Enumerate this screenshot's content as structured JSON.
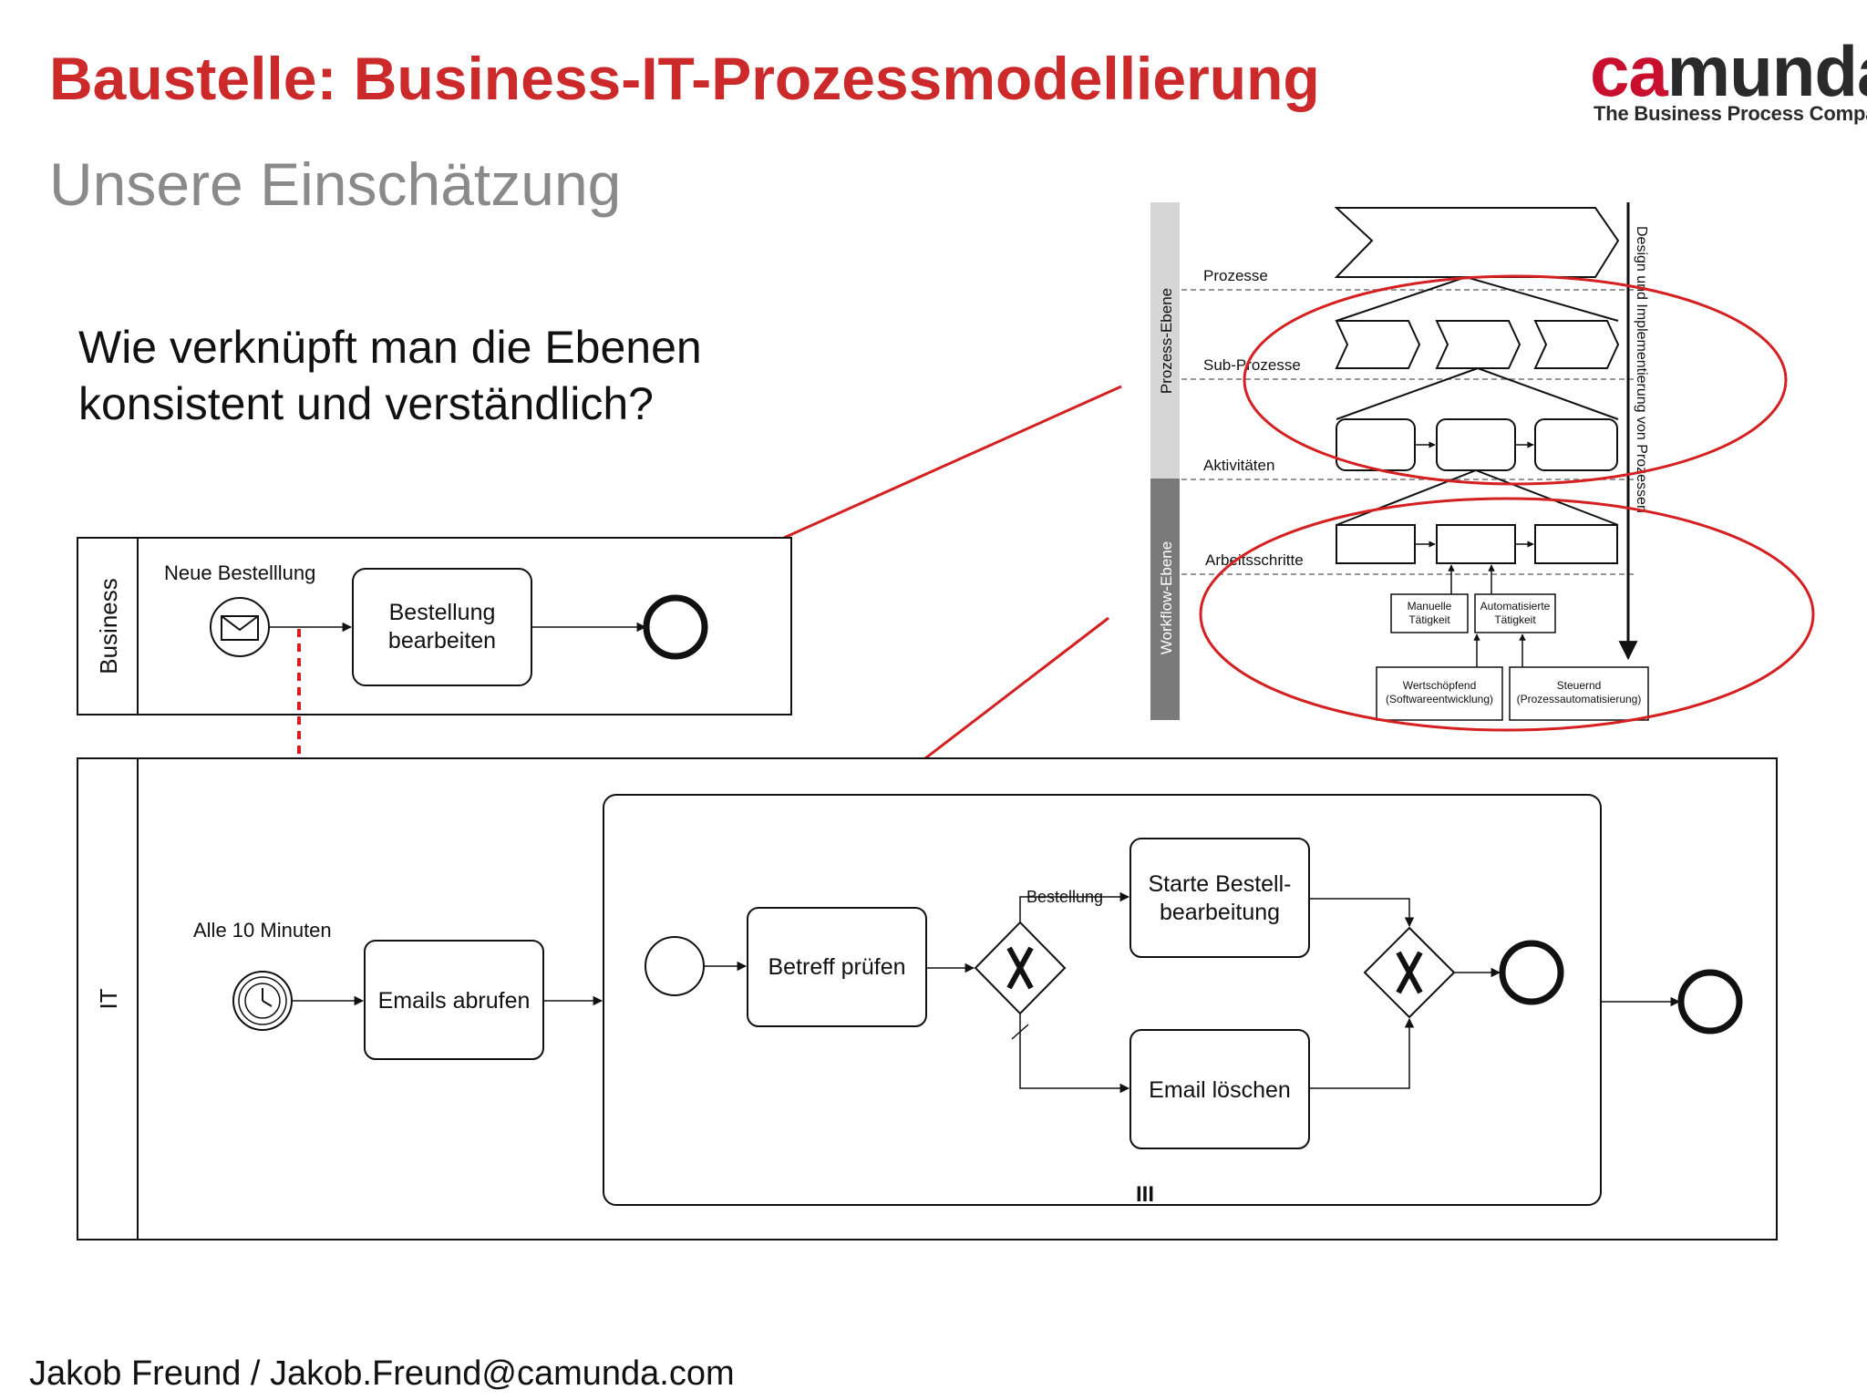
{
  "slide": {
    "title": "Baustelle: Business-IT-Prozessmodellierung",
    "subtitle": "Unsere Einschätzung",
    "question_line1": "Wie verknüpft man die Ebenen",
    "question_line2": "konsistent und verständlich?",
    "footer": "Jakob Freund / Jakob.Freund@camunda.com"
  },
  "logo": {
    "word_red": "ca",
    "word_dark": "munda",
    "tagline": "The Business Process Company"
  },
  "colors": {
    "title_red": "#cc2a2a",
    "subtitle_gray": "#8a8a8a",
    "highlight_red": "#d42020",
    "process_band": "#d6d6d6",
    "workflow_band": "#7a7a7a"
  },
  "levels_diagram": {
    "band_process": "Prozess-Ebene",
    "band_workflow": "Workflow-Ebene",
    "level_processes": "Prozesse",
    "level_subprocesses": "Sub-Prozesse",
    "level_activities": "Aktivitäten",
    "level_worksteps": "Arbeitsschritte",
    "manual_task_line1": "Manuelle",
    "manual_task_line2": "Tätigkeit",
    "automated_task_line1": "Automatisierte",
    "automated_task_line2": "Tätigkeit",
    "value_adding_line1": "Wertschöpfend",
    "value_adding_line2": "(Softwareentwicklung)",
    "controlling_line1": "Steuernd",
    "controlling_line2": "(Prozessautomatisierung)",
    "axis_label": "Design und Implementierung von Prozessen"
  },
  "bpmn": {
    "business_lane": "Business",
    "it_lane": "IT",
    "new_order_event": "Neue Bestelllung",
    "process_order_line1": "Bestellung",
    "process_order_line2": "bearbeiten",
    "timer_event": "Alle 10 Minuten",
    "fetch_emails": "Emails abrufen",
    "check_subject": "Betreff prüfen",
    "flow_condition": "Bestellung",
    "start_order_line1": "Starte Bestell-",
    "start_order_line2": "bearbeitung",
    "delete_email": "Email löschen",
    "multi_instance_marker": "III"
  }
}
